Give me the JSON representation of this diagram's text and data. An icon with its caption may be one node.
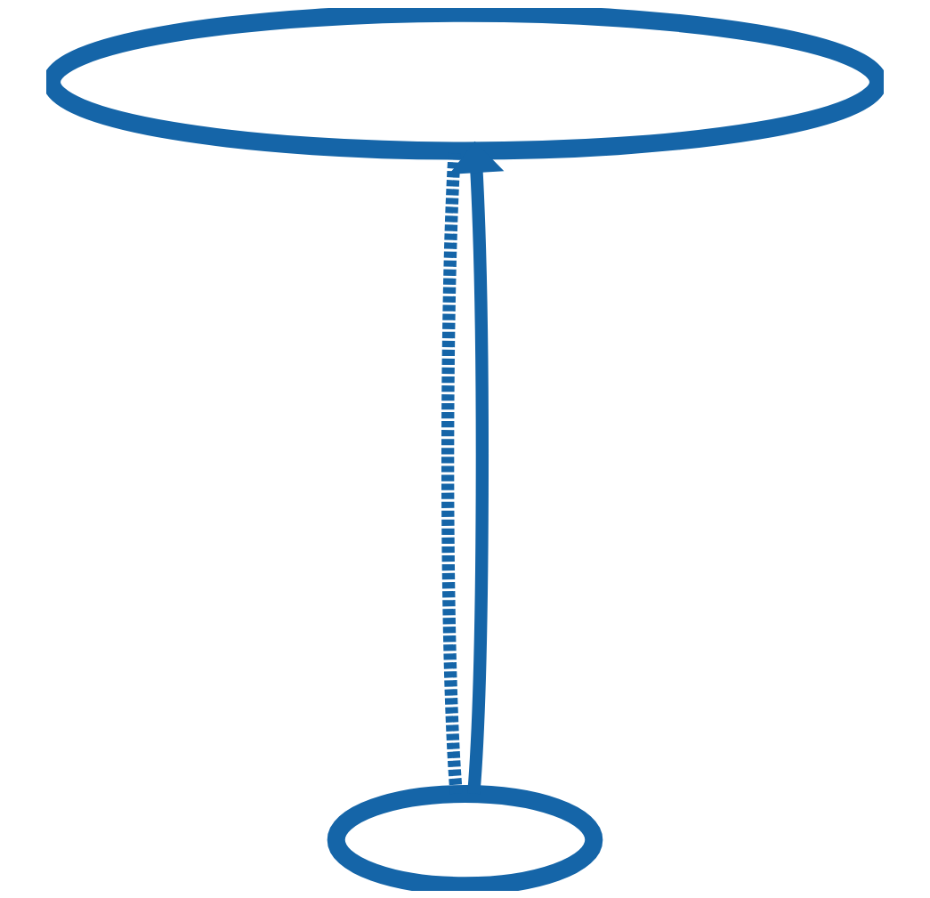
{
  "diagram": {
    "nodes": [
      {
        "text": [],
        "shape": "ellipse"
      },
      {
        "text": [],
        "shape": "ellipse"
      }
    ],
    "edges": [
      {
        "from": 1,
        "to": 0,
        "arrow": "none",
        "style": "dashed"
      },
      {
        "from": 1,
        "to": 0,
        "arrow": "to"
      }
    ]
  }
}
